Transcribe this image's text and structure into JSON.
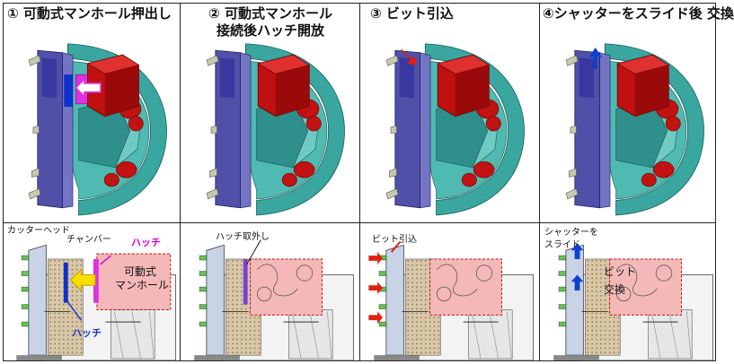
{
  "steps": [
    {
      "title_line1": "① 可動式マンホール押出し",
      "title_line2": ""
    },
    {
      "title_line1": "② 可動式マンホール",
      "title_line2": "接続後ハッチ開放"
    },
    {
      "title_line1": "③ ビット引込",
      "title_line2": ""
    },
    {
      "title_line1": "④シャッターをスライド後 交換",
      "title_line2": ""
    }
  ],
  "labels": {
    "cutter_head": "カッターヘッド",
    "chamber": "チャンバー",
    "hatch_top": "ハッチ",
    "hatch_bottom": "ハッチ",
    "movable_manhole_1": "可動式",
    "movable_manhole_2": "マンホール",
    "hatch_removed": "ハッチ取外し",
    "bit_retract": "ビット引込",
    "shutter_slide_1": "シャッターを",
    "shutter_slide_2": "スライド",
    "bit_1": "ビット",
    "bit_2": "交換"
  },
  "colors": {
    "shell_teal": "#3aa6a0",
    "shell_dark": "#237a75",
    "frame_purple": "#5050a8",
    "manhole_red": "#c01010",
    "hatch_magenta": "#e030e0",
    "arrow_red": "#e02010",
    "arrow_blue": "#1040d0",
    "chamber_fill": "#d9c8a8",
    "manhole_pink": "#f4b8b8"
  }
}
